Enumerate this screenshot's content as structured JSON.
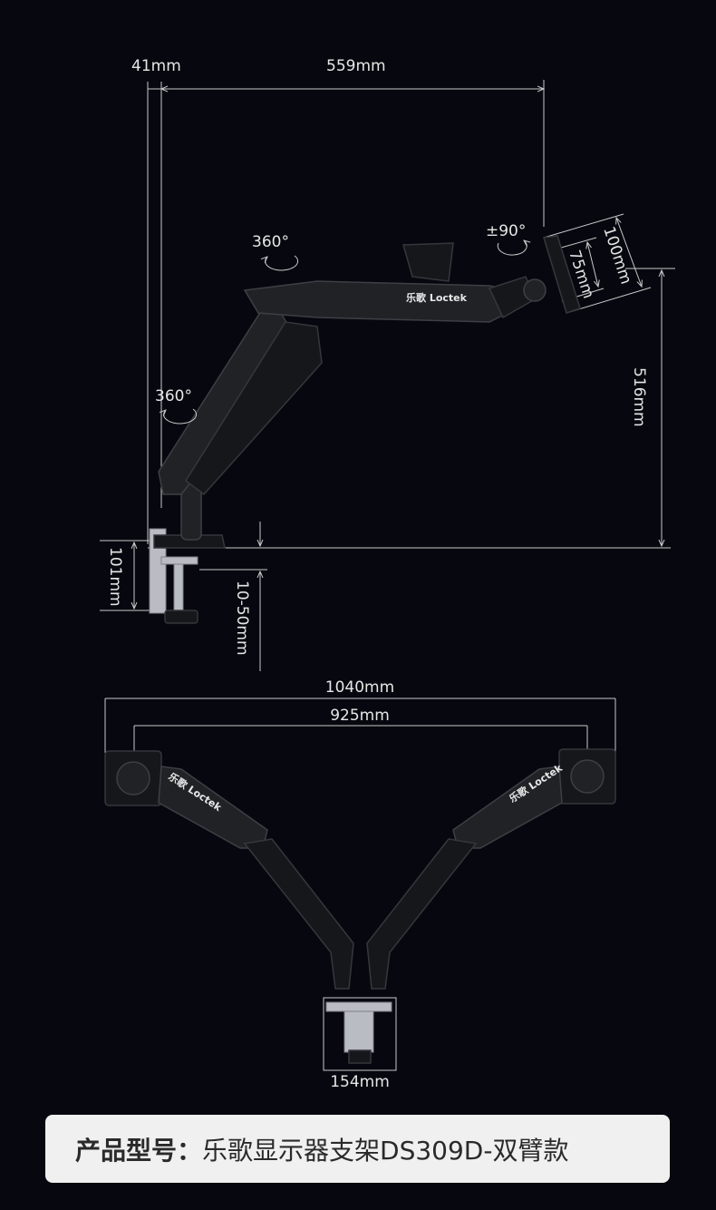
{
  "side_view": {
    "dims": {
      "offset": "41mm",
      "reach": "559mm",
      "vesa_large": "100mm",
      "vesa_small": "75mm",
      "height": "516mm",
      "base_height": "101mm",
      "desk_thickness": "10-50mm"
    },
    "rotation_arm": "360°",
    "rotation_base": "360°",
    "tilt": "±90°",
    "logo": "乐歌 Loctek"
  },
  "top_view": {
    "dims": {
      "total_width": "1040mm",
      "vesa_span": "925mm",
      "base_width": "154mm"
    },
    "logo_left": "乐歌 Loctek",
    "logo_right": "乐歌 Loctek"
  },
  "caption": {
    "label": "产品型号：",
    "value": "乐歌显示器支架DS309D-双臂款"
  }
}
